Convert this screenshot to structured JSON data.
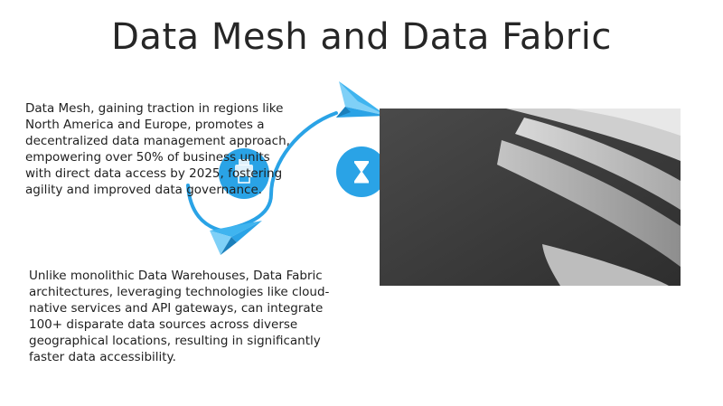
{
  "slide": {
    "title": "Data Mesh and Data Fabric",
    "paragraph_1": " Data Mesh, gaining traction in regions like North America and Europe, promotes a decentralized data management approach, empowering over 50% of business units with direct data access by 2025, fostering agility and improved data governance.",
    "paragraph_2": " Unlike monolithic Data Warehouses, Data Fabric architectures, leveraging technologies like cloud-native services and API gateways, can integrate 100+ disparate data sources across diverse geographical locations, resulting in significantly faster data accessibility."
  },
  "icons": {
    "top": "paper-plane-icon",
    "bottom": "paper-plane-icon",
    "circle_left": "printer-icon",
    "circle_right": "hourglass-icon"
  },
  "colors": {
    "accent": "#2aa3e6",
    "accent_light": "#7fd0f7",
    "title": "#262626",
    "text": "#1f1f1f"
  }
}
